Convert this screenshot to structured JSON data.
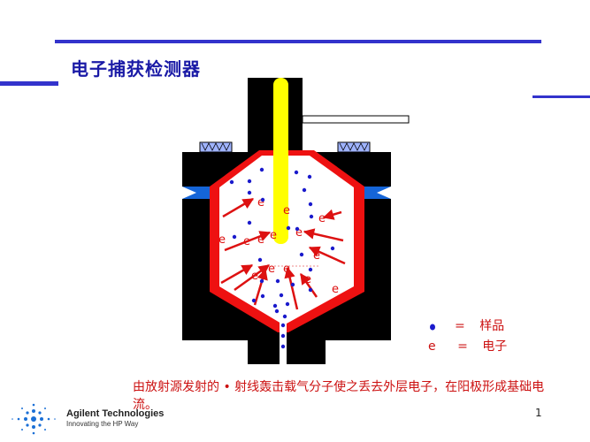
{
  "slide": {
    "title": "电子捕获检测器",
    "page_number": "1"
  },
  "diagram": {
    "electron_symbol": "e",
    "sample_color": "#1a1acc",
    "electron_color": "#dd1111",
    "body_color": "#000000",
    "liner_color": "#ee1111",
    "rod_color": "#ffff00"
  },
  "legend": {
    "sample_label": "样品",
    "electron_symbol": "e",
    "electron_label": "电子",
    "equals": "="
  },
  "caption": "由放射源发射的 • 射线轰击载气分子使之丢去外层电子，在阳极形成基础电流。",
  "brand": {
    "name": "Agilent Technologies",
    "tagline": "Innovating the HP Way"
  }
}
